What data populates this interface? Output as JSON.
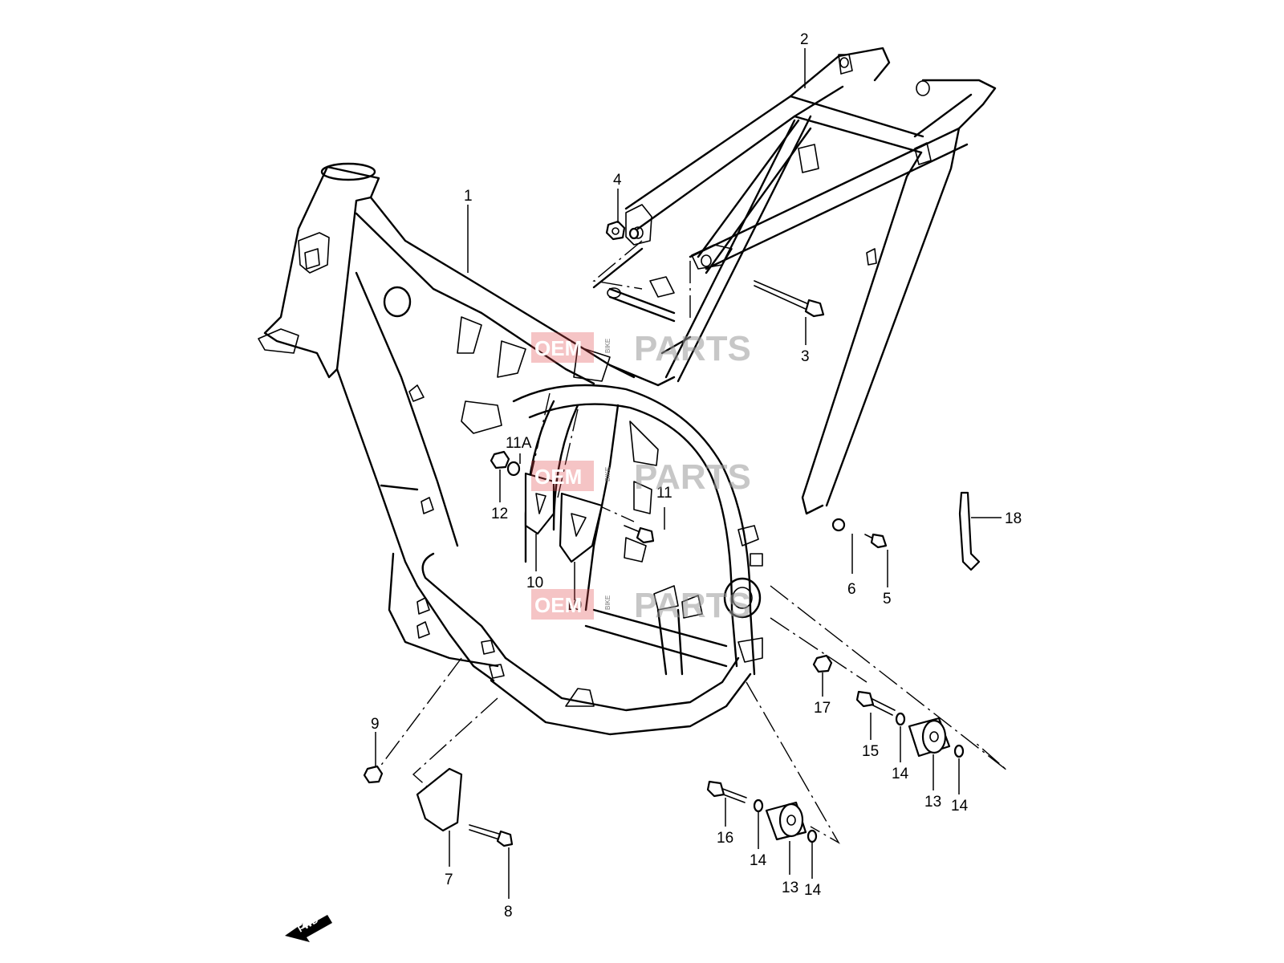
{
  "diagram": {
    "callouts": [
      {
        "id": "c1",
        "label": "1"
      },
      {
        "id": "c2",
        "label": "2"
      },
      {
        "id": "c3",
        "label": "3"
      },
      {
        "id": "c4",
        "label": "4"
      },
      {
        "id": "c5",
        "label": "5"
      },
      {
        "id": "c6",
        "label": "6"
      },
      {
        "id": "c7",
        "label": "7"
      },
      {
        "id": "c8",
        "label": "8"
      },
      {
        "id": "c9",
        "label": "9"
      },
      {
        "id": "c10a",
        "label": "10"
      },
      {
        "id": "c10b",
        "label": "10"
      },
      {
        "id": "c11",
        "label": "11"
      },
      {
        "id": "c11a",
        "label": "11A"
      },
      {
        "id": "c12",
        "label": "12"
      },
      {
        "id": "c13a",
        "label": "13"
      },
      {
        "id": "c13b",
        "label": "13"
      },
      {
        "id": "c14a",
        "label": "14"
      },
      {
        "id": "c14b",
        "label": "14"
      },
      {
        "id": "c14c",
        "label": "14"
      },
      {
        "id": "c14d",
        "label": "14"
      },
      {
        "id": "c15",
        "label": "15"
      },
      {
        "id": "c16",
        "label": "16"
      },
      {
        "id": "c17",
        "label": "17"
      },
      {
        "id": "c18",
        "label": "18"
      }
    ],
    "fwd_label": "FWD",
    "watermark": {
      "part1": "OEM",
      "part2": "BIKE",
      "part3": "PARTS"
    },
    "colors": {
      "line": "#000000",
      "watermark_red": "#e0474c",
      "watermark_gray": "#9a9a9a",
      "background": "#ffffff"
    }
  }
}
